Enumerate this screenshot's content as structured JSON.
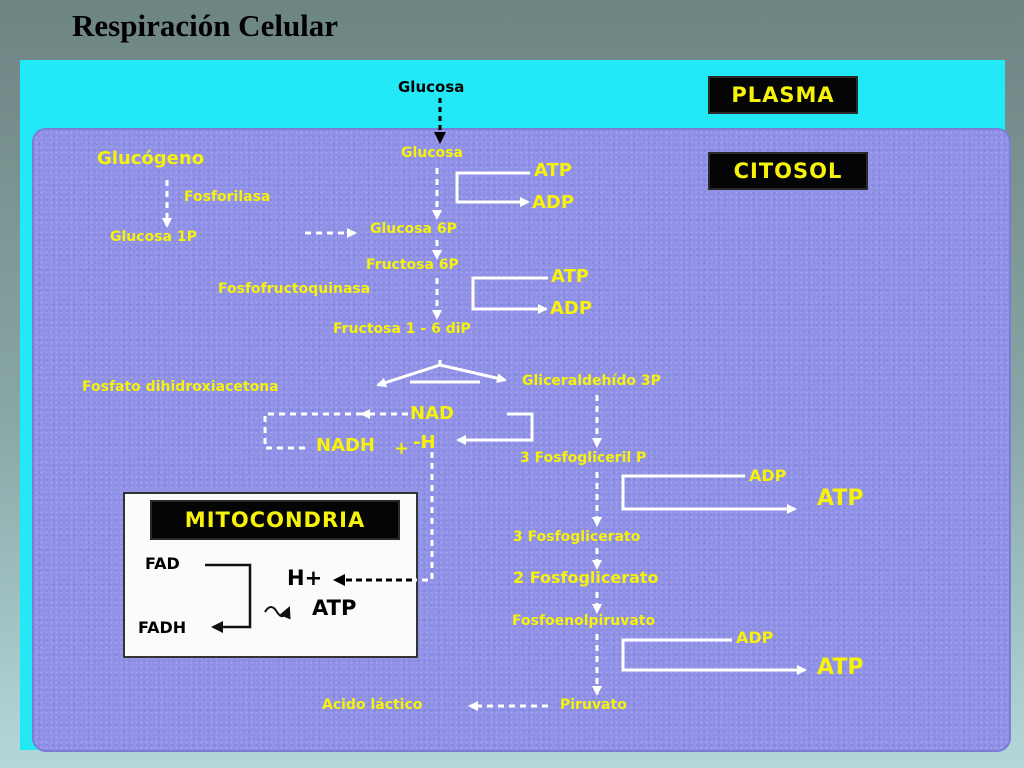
{
  "slide": {
    "title": "Respiración Celular"
  },
  "regions": {
    "plasma": "PLASMA",
    "cytosol": "CITOSOL",
    "mitochondria": "MITOCONDRIA"
  },
  "pathway": {
    "glucosa_outside": "Glucosa",
    "glucosa": "Glucosa",
    "glucogeno": "Glucógeno",
    "fosforilasa": "Fosforilasa",
    "glucosa_1p": "Glucosa 1P",
    "glucosa_6p": "Glucosa 6P",
    "fructosa_6p": "Fructosa 6P",
    "fosfofructoquinasa": "Fosfofructoquinasa",
    "fructosa_16dip": "Fructosa 1 - 6 diP",
    "fosfato_dihidroxiacetona": "Fosfato dihidroxiacetona",
    "gliceraldehido_3p": "Gliceraldehído 3P",
    "nad": "NAD",
    "nadh": "NADH",
    "h": "-H",
    "plus": "+",
    "fosfogliceril_3p": "3 Fosfogliceril P",
    "fosfoglicerato_3": "3 Fosfoglicerato",
    "fosfoglicerato_2": "2 Fosfoglicerato",
    "fosfoenolpiruvato": "Fosfoenolpiruvato",
    "piruvato": "Piruvato",
    "acido_lactico": "Acido láctico"
  },
  "energy": {
    "atp_1": "ATP",
    "adp_1": "ADP",
    "atp_2": "ATP",
    "adp_2": "ADP",
    "adp_3": "ADP",
    "atp_3": "ATP",
    "adp_4": "ADP",
    "atp_4": "ATP"
  },
  "mito": {
    "fad": "FAD",
    "fadh": "FADH",
    "h_plus": "H+",
    "atp": "ATP",
    "squiggle": "~"
  },
  "colors": {
    "label": "#f6f20a",
    "arrow": "#ffffff",
    "panel": "#23e8f5",
    "cytosol": "#8f90e6"
  }
}
